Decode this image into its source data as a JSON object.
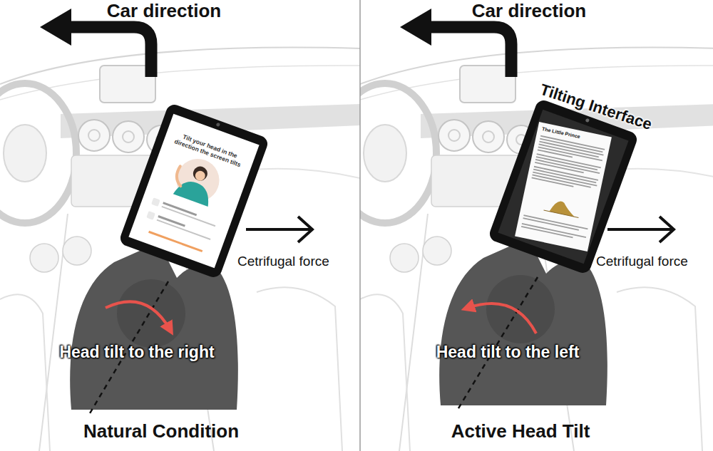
{
  "diagram": {
    "nodes": [
      {
        "text": [
          "Tilt your head in the direction the screen tilts"
        ]
      },
      {
        "text": [
          "The Little Prince"
        ]
      }
    ],
    "labels": [
      "Car direction",
      "Cetrifugal force",
      "Head tilt to the right",
      "Natural Condition",
      "Car direction",
      "Tilting Interface",
      "Cetrifugal force",
      "Head tilt to the left",
      "Active Head Tilt"
    ]
  }
}
